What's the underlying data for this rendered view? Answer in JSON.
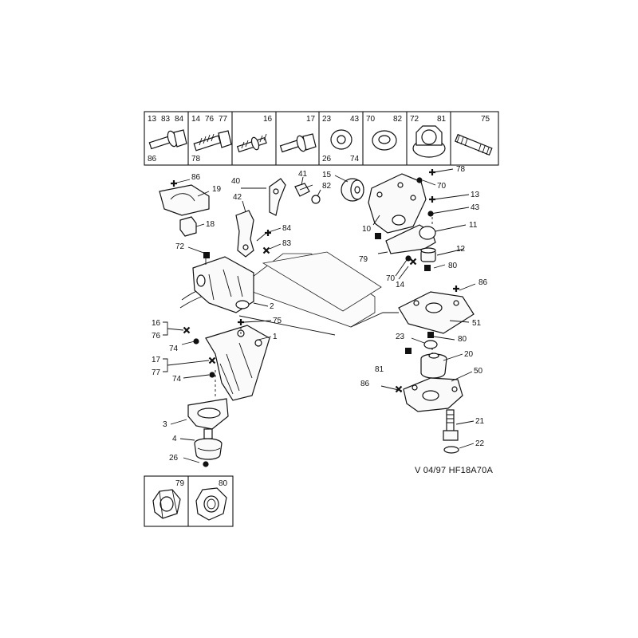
{
  "top_hardware_panel": [
    {
      "labels": [
        "13",
        "83",
        "84",
        "86"
      ],
      "icon": "flange-bolt-icon"
    },
    {
      "labels": [
        "14",
        "76",
        "77",
        "78"
      ],
      "icon": "hex-bolt-icon"
    },
    {
      "labels": [
        "16"
      ],
      "icon": "stud-bolt-icon"
    },
    {
      "labels": [
        "17"
      ],
      "icon": "shouldered-bolt-icon"
    },
    {
      "labels": [
        "23",
        "43",
        "26",
        "74"
      ],
      "icon": "washer-icon"
    },
    {
      "labels": [
        "70",
        "82"
      ],
      "icon": "flat-washer-icon"
    },
    {
      "labels": [
        "72",
        "81"
      ],
      "icon": "flange-nut-icon"
    },
    {
      "labels": [
        "75"
      ],
      "icon": "threaded-stud-icon"
    }
  ],
  "bottom_hardware_panel": [
    {
      "labels": [
        "79"
      ],
      "icon": "locknut-icon"
    },
    {
      "labels": [
        "80"
      ],
      "icon": "hex-nut-icon"
    }
  ],
  "callouts": {
    "c86a": "86",
    "c19": "19",
    "c18": "18",
    "c72": "72",
    "c40": "40",
    "c41": "41",
    "c42": "42",
    "c82": "82",
    "c84": "84",
    "c83": "83",
    "c2": "2",
    "c75": "75",
    "c1": "1",
    "c16": "16",
    "c76": "76",
    "c74a": "74",
    "c17": "17",
    "c77": "77",
    "c74b": "74",
    "c3": "3",
    "c4": "4",
    "c26": "26",
    "c15": "15",
    "c78": "78",
    "c70a": "70",
    "c13": "13",
    "c43": "43",
    "c10": "10",
    "c11": "11",
    "c12": "12",
    "c79": "79",
    "c80a": "80",
    "c70b": "70",
    "c14": "14",
    "c86b": "86",
    "c51": "51",
    "c23": "23",
    "c80b": "80",
    "c81": "81",
    "c20": "20",
    "c50": "50",
    "c86c": "86",
    "c21": "21",
    "c22": "22"
  },
  "reference": "V 04/97 HF18A70A"
}
